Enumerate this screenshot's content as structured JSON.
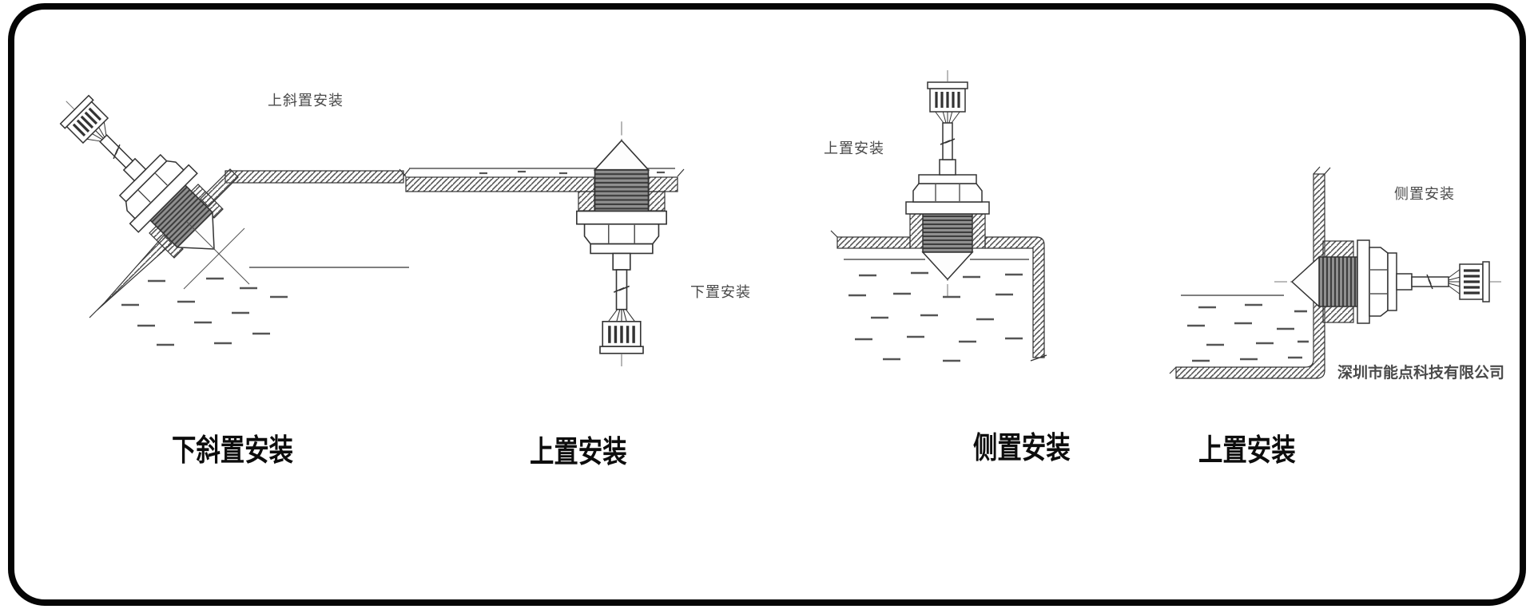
{
  "page": {
    "background": "#ffffff",
    "border_color": "#050505"
  },
  "colors": {
    "ink": "#333333",
    "hatch": "#555555",
    "thread_light": "#8f8f8f",
    "thread_dark": "#3d3d3d",
    "annotation_text": "#4a4a4a",
    "caption_text": "#0d0d0d",
    "liquid": "#555555"
  },
  "diagrams": [
    {
      "id": "oblique-mount",
      "annotation": "上斜置安装",
      "caption": "下斜置安装"
    },
    {
      "id": "bottom-up-mount",
      "annotation": "下置安装",
      "caption": "上置安装"
    },
    {
      "id": "top-down-mount",
      "annotation": "上置安装",
      "caption": "侧置安装"
    },
    {
      "id": "side-mount",
      "annotation": "侧置安装",
      "caption": "上置安装"
    }
  ],
  "watermark": {
    "company_name": "深圳市能点科技有限公司"
  }
}
